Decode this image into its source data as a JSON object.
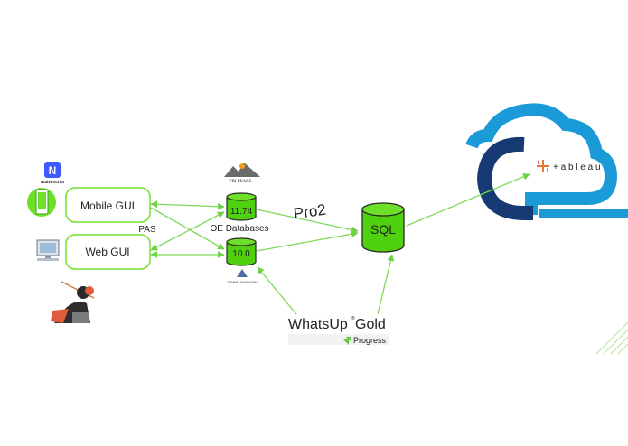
{
  "nodes": {
    "nativescript_logo": "NativeScript",
    "mobile_gui": "Mobile GUI",
    "web_gui": "Web GUI",
    "pas": "PAS",
    "tri_peaks_logo": "TRI PEAKS",
    "db_1174": "11.74",
    "db_100": "10.0",
    "oe_databases": "OE Databases",
    "summit_mountain_logo": "SUMMIT MOUNTAIN",
    "pro2": "Pro2",
    "sql": "SQL",
    "whatsup_gold": "WhatsUp",
    "whatsup_gold_2": "Gold",
    "whatsup_reg": "®",
    "progress": "Progress",
    "tableau": "+ a b l e a u"
  },
  "colors": {
    "green": "#6ee02a",
    "db_green": "#4fd10f",
    "cloud_light": "#1a9ad6",
    "cloud_dark": "#173a75",
    "arrow": "#7ed957"
  }
}
